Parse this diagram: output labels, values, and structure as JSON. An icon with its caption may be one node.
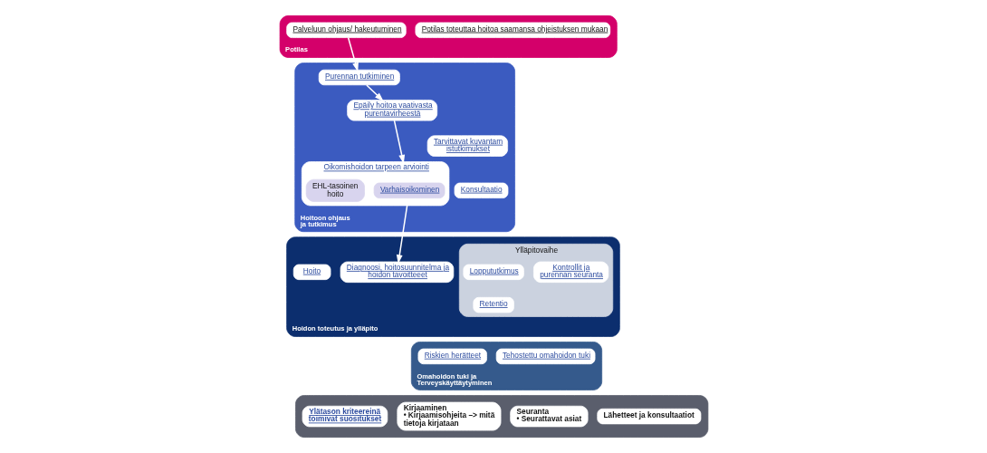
{
  "diagram": {
    "nodes": [
      {
        "text": [
          "Potilas"
        ]
      },
      {
        "text": [
          "Palveluun ohjaus/ hakeutuminen"
        ],
        "in": 0
      },
      {
        "text": [
          "Potilas toteuttaa hoitoa saamansa ohjeistuksen mukaan"
        ],
        "in": 0
      },
      {
        "text": [
          "Hoitoon ohjaus ja tutkimus"
        ]
      },
      {
        "text": [
          "Purennan tutkiminen"
        ],
        "in": 3
      },
      {
        "text": [
          "Epäily hoitoa vaativasta purentavirheestä"
        ],
        "in": 3
      },
      {
        "text": [
          "Oikomishoidon tarpeen arviointi"
        ],
        "in": 3
      },
      {
        "text": [
          "Varhaisoikominen"
        ],
        "in": 6
      },
      {
        "text": [
          "EHL-tasoinen hoito"
        ],
        "in": 6
      },
      {
        "text": [
          "Tarvittavat kuvantamistutkimukset"
        ],
        "in": 3
      },
      {
        "text": [
          "Konsultaatio"
        ],
        "in": 3
      },
      {
        "text": [
          "Hoidon toteutus ja ylläpito"
        ]
      },
      {
        "text": [
          "Diagnoosi, hoitosuunnitelma ja hoidon tavoitteeet"
        ],
        "in": 11
      },
      {
        "text": [
          "Hoito"
        ],
        "in": 11
      },
      {
        "text": [
          "Ylläpitovaihe"
        ],
        "in": 11
      },
      {
        "text": [
          "Loppututkimus"
        ],
        "in": 14
      },
      {
        "text": [
          "Retentio"
        ],
        "in": 14
      },
      {
        "text": [
          "Kontrollit ja purennan seuranta"
        ],
        "in": 14
      },
      {
        "text": [
          "Omahoidon tuki ja Terveyskäyttäytyminen"
        ]
      },
      {
        "text": [
          "Riskien herätteet"
        ],
        "in": 18
      },
      {
        "text": [
          "Tehostettu omahoidon tuki"
        ],
        "in": 18
      },
      {
        "text": [],
        "shape": "box"
      },
      {
        "text": [
          "Ylätason kriteereinä toimivat suositukset"
        ],
        "in": 21
      },
      {
        "text": [
          "Kirjaaminen",
          "• Kirjaamisohjeita –> mitä tietoja kirjataan"
        ],
        "in": 21
      },
      {
        "text": [
          "Seuranta",
          "• Seurattavat asiat"
        ],
        "in": 21
      },
      {
        "text": [
          "Lähetteet ja konsultaatiot"
        ],
        "in": 21
      }
    ],
    "edges": [
      {
        "from": 1,
        "to": 4,
        "arrow": "to"
      },
      {
        "from": 4,
        "to": 5,
        "arrow": "to"
      },
      {
        "from": 5,
        "to": 6,
        "arrow": "to"
      },
      {
        "from": 6,
        "to": 12,
        "arrow": "to"
      }
    ]
  }
}
